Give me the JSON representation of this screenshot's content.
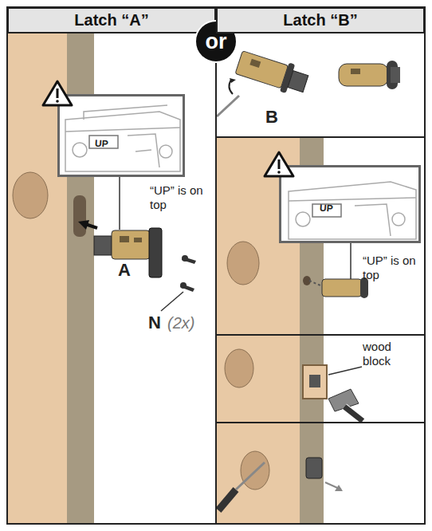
{
  "diagram": {
    "nodes": [
      {
        "text": [
          "Latch “A”"
        ]
      },
      {
        "text": [
          "or"
        ]
      },
      {
        "text": [
          "Latch “B”"
        ]
      },
      {
        "text": [
          "UP"
        ]
      },
      {
        "text": [
          "UP"
        ]
      }
    ],
    "labels": [
      "“UP” is on top",
      "A",
      "N",
      "(2x)",
      "B",
      "“UP” is on top",
      "wood block"
    ]
  }
}
